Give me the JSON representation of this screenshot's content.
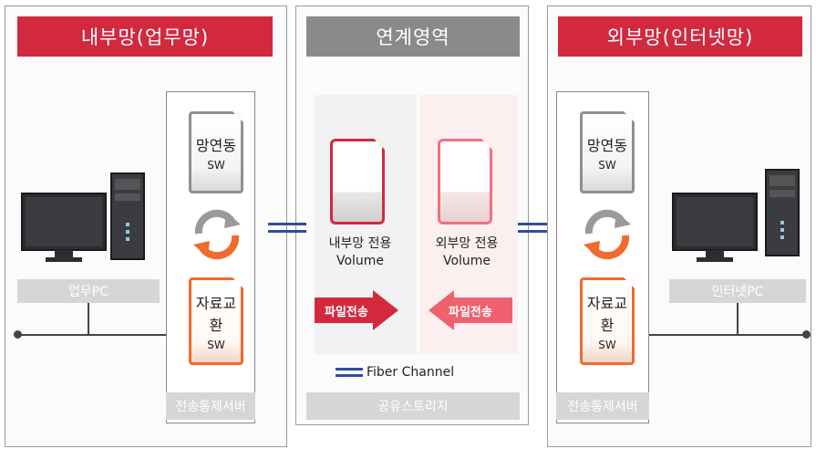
{
  "internal": {
    "title": "내부망(업무망)",
    "pc_label": "업무PC",
    "server_label": "전송통제서버",
    "sync_card": {
      "name": "망연동",
      "sub": "SW"
    },
    "exchange_card": {
      "name": "자료교환",
      "sub": "SW"
    }
  },
  "link": {
    "title": "연계영역",
    "internal_volume": {
      "line1": "내부망 전용",
      "line2": "Volume"
    },
    "external_volume": {
      "line1": "외부망 전용",
      "line2": "Volume"
    },
    "transfer_label_left": "파일전송",
    "transfer_label_right": "파일전송",
    "fc_legend": "Fiber Channel",
    "storage_label": "공유스토리지"
  },
  "external": {
    "title": "외부망(인터넷망)",
    "pc_label": "인터넷PC",
    "server_label": "전송통제서버",
    "sync_card": {
      "name": "망연동",
      "sub": "SW"
    },
    "exchange_card": {
      "name": "자료교환",
      "sub": "SW"
    }
  },
  "colors": {
    "accent_red": "#d2293f",
    "center_gray": "#8a8a8a",
    "orange": "#f26a2e",
    "fiber_blue": "#2c4f9c"
  },
  "icons": [
    "desktop-pc-icon",
    "sync-arrows-icon",
    "network-cable-icon"
  ]
}
